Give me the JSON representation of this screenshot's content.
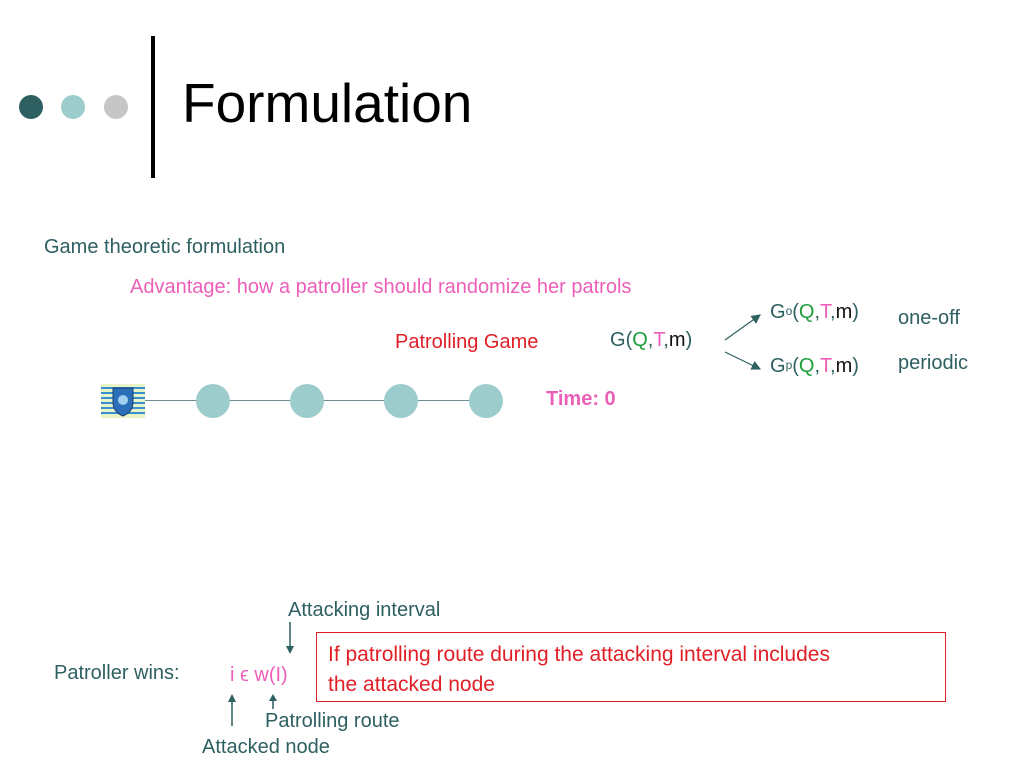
{
  "slide": {
    "title": "Formulation"
  },
  "body": {
    "game_theoretic": "Game theoretic formulation",
    "advantage": "Advantage: how a patroller should randomize her patrols",
    "patrolling_game": "Patrolling Game",
    "time_label": "Time: 0"
  },
  "game": {
    "g": "G",
    "open_paren": "(",
    "q": "Q",
    "comma1": ",",
    "t": "T",
    "comma2": ",",
    "m": "m",
    "close_paren": ")",
    "sup_oneoff": "o",
    "sup_periodic": "p",
    "oneoff_label": "one-off",
    "periodic_label": "periodic"
  },
  "wins": {
    "patroller_wins": "Patroller wins:",
    "formula": "i ϵ w(I)",
    "attacking_interval": "Attacking interval",
    "patrolling_route": "Patrolling route",
    "attacked_node": "Attacked node",
    "condition_line1": "If patrolling route during the attacking interval includes",
    "condition_line2": "the attacked node"
  },
  "colors": {
    "teal": "#2e5f61",
    "pink": "#ec5fb8",
    "red": "#e01f26",
    "green": "#1f9e3c",
    "node": "#9ccccc"
  },
  "icons": [
    "bullet-dot-dark",
    "bullet-dot-light",
    "bullet-dot-grey",
    "shield-logo-icon",
    "arrow-icon"
  ]
}
